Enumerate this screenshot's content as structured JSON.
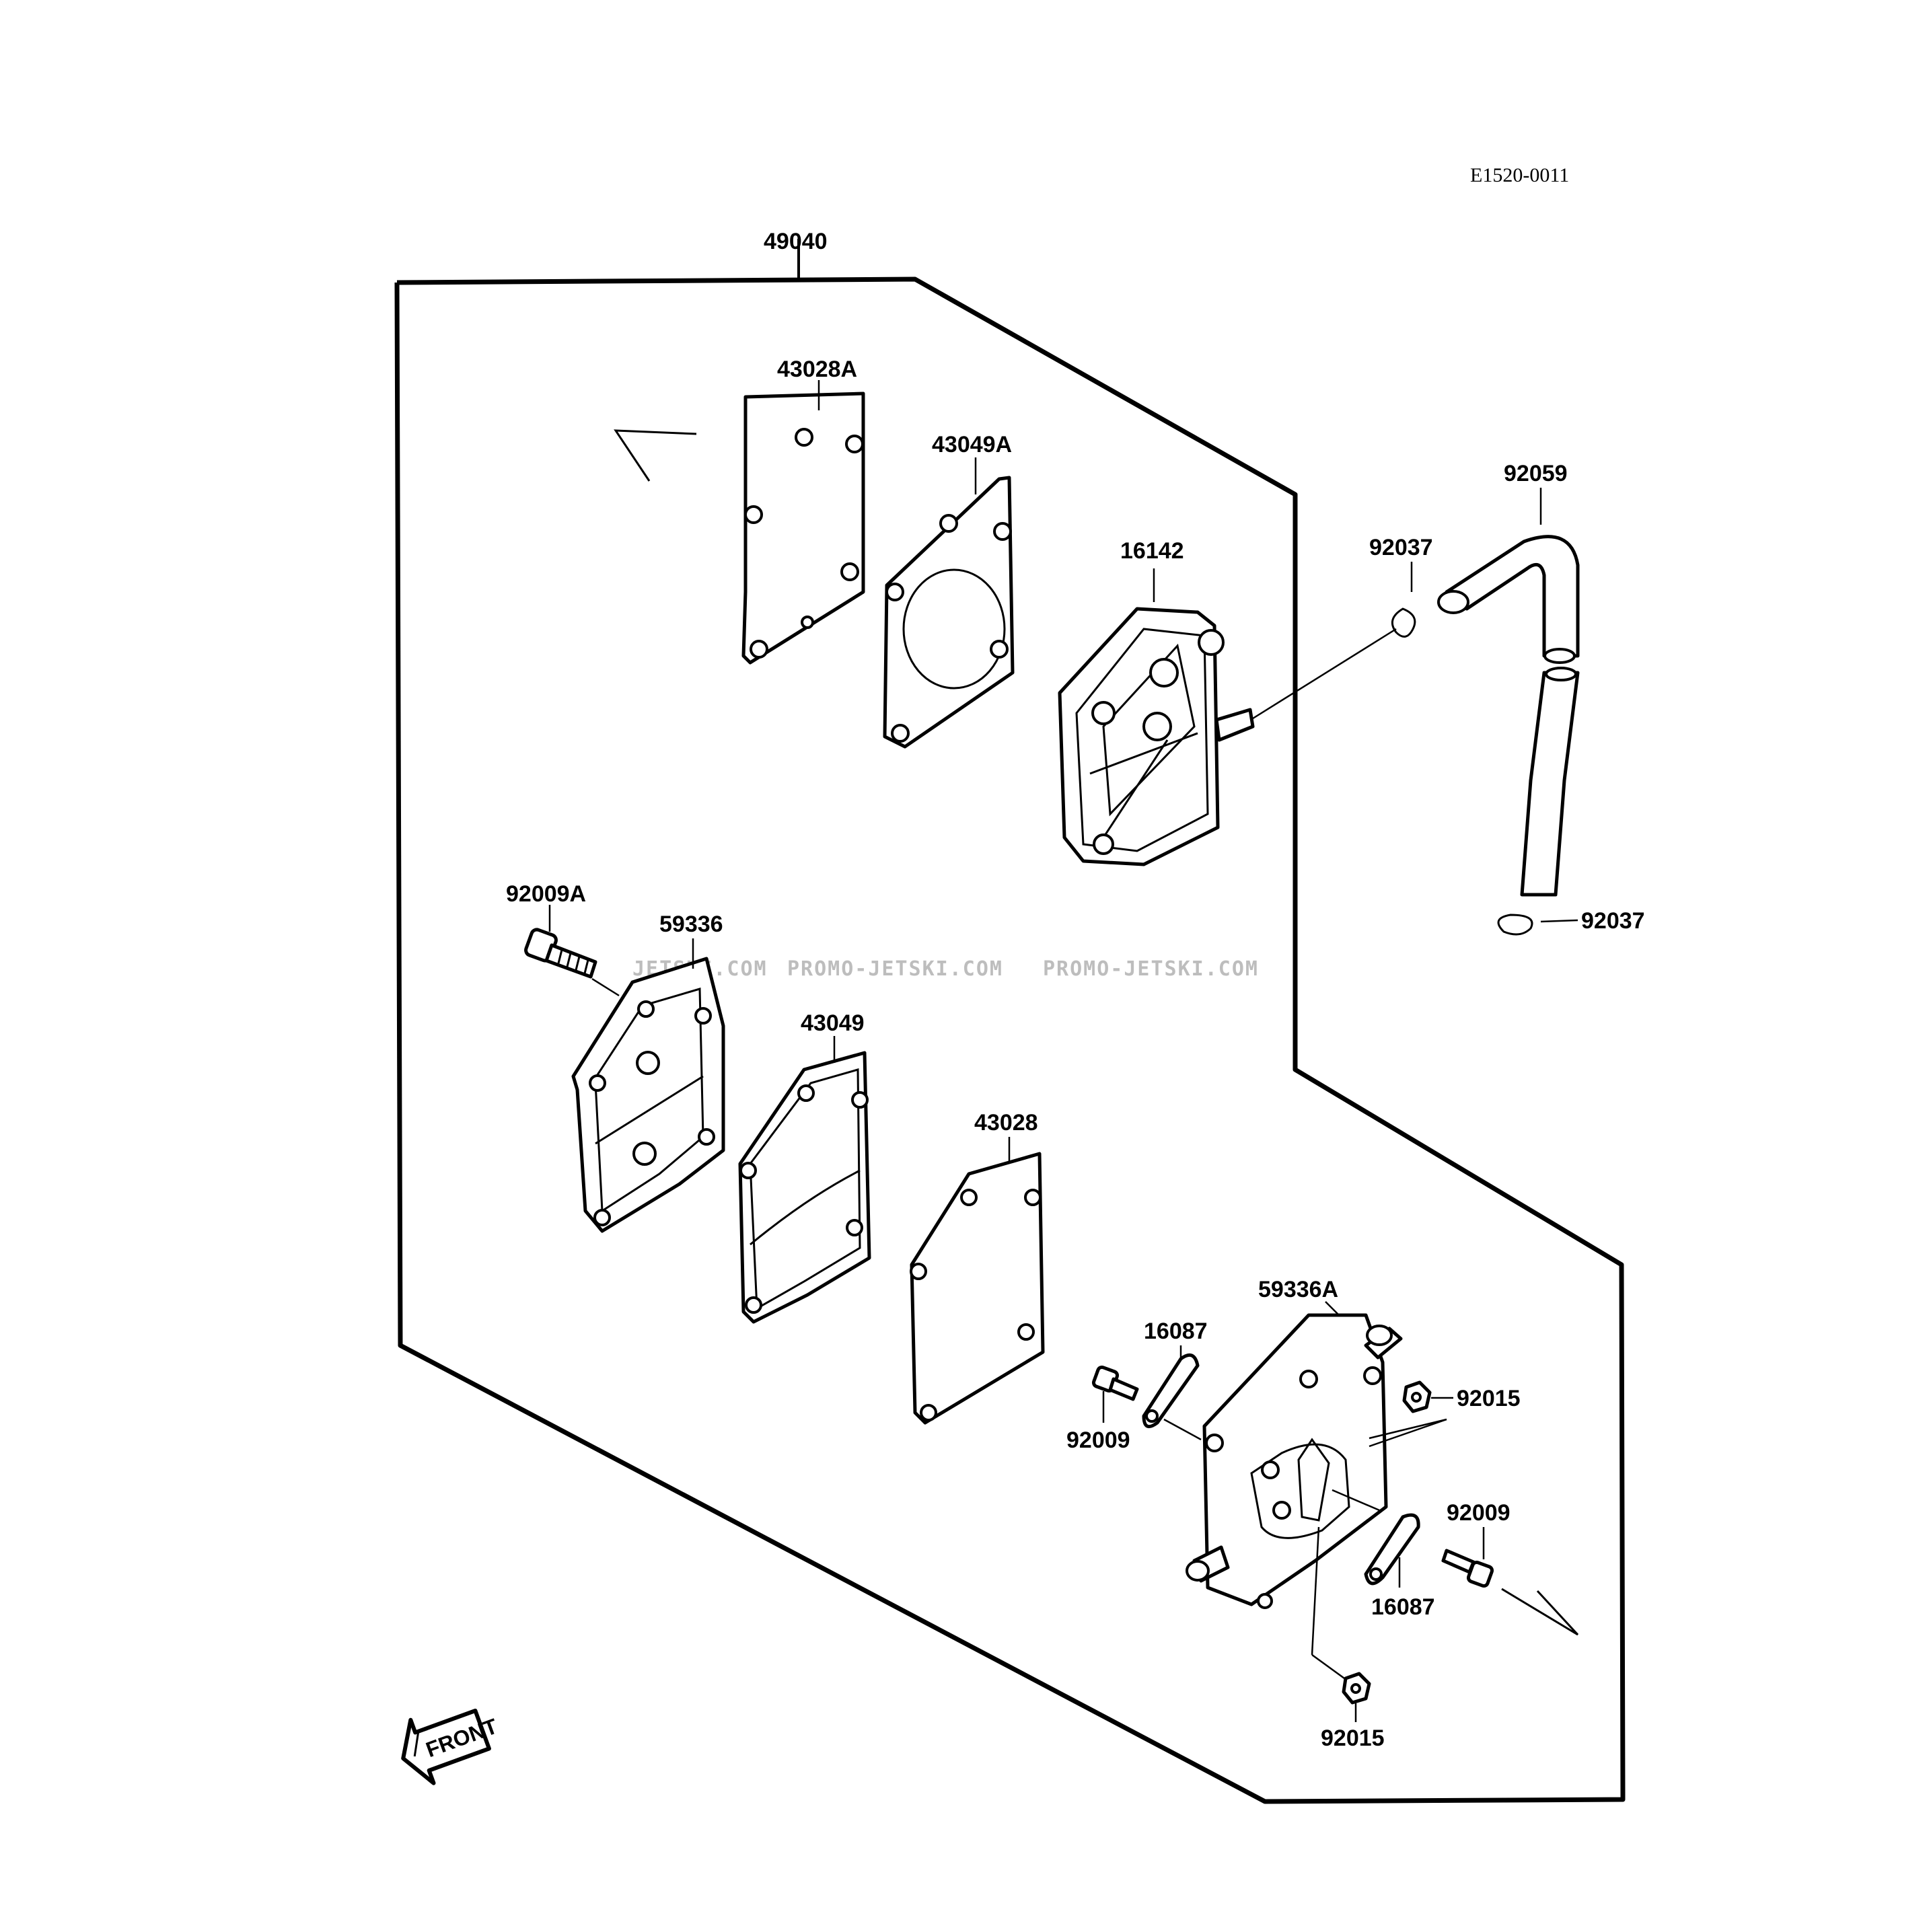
{
  "diagram_code": "E1520-0011",
  "kit_label": "49040",
  "watermark": [
    "JETSKI.COM",
    "PROMO-JETSKI.COM",
    "PROMO-JETSKI.COM"
  ],
  "front_label": "FRONT",
  "parts": {
    "gasket_43028A": "43028A",
    "diaphragm_43049A": "43049A",
    "body_16142": "16142",
    "clip_92037_top": "92037",
    "hose_92059": "92059",
    "clip_92037_bottom": "92037",
    "bolt_92009A": "92009A",
    "cover_59336": "59336",
    "diaphragm_43049": "43049",
    "gasket_43028": "43028",
    "body_59336A": "59336A",
    "valve_16087_left": "16087",
    "screw_92009_left": "92009",
    "nut_92015_right": "92015",
    "screw_92009_right": "92009",
    "valve_16087_right": "16087",
    "nut_92015_bottom": "92015"
  }
}
